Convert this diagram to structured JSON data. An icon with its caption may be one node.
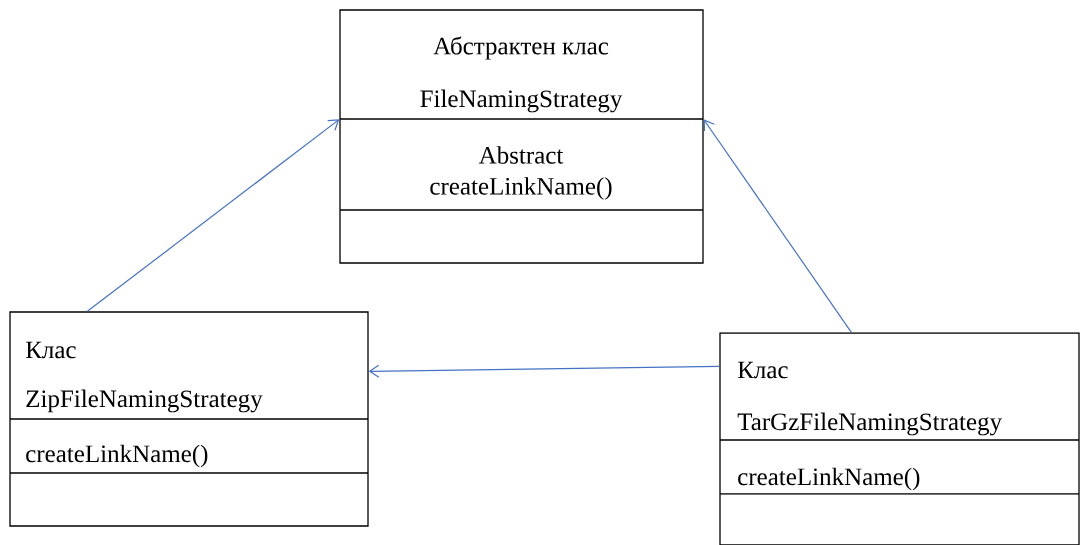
{
  "diagram": {
    "nodes": [
      {
        "text": [
          "Абстрактен клас",
          "FileNamingStrategy",
          "Abstract createLinkName()"
        ]
      },
      {
        "text": [
          "Клас",
          "ZipFileNamingStrategy",
          "createLinkName()"
        ]
      },
      {
        "text": [
          "Клас",
          "TarGzFileNamingStrategy",
          "createLinkName()"
        ]
      }
    ],
    "edges": [
      {
        "from": 1,
        "to": 0,
        "arrow": "to"
      },
      {
        "from": 2,
        "to": 0,
        "arrow": "to"
      },
      {
        "from": 2,
        "to": 1,
        "arrow": "to"
      }
    ]
  }
}
